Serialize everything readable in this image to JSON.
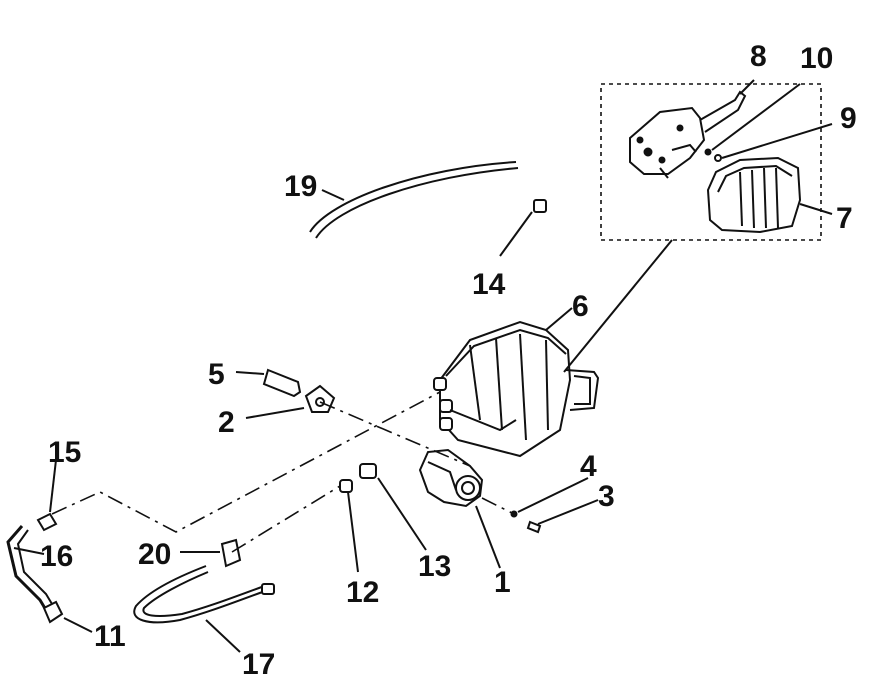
{
  "callouts": {
    "c1": "1",
    "c2": "2",
    "c3": "3",
    "c4": "4",
    "c5": "5",
    "c6": "6",
    "c7": "7",
    "c8": "8",
    "c9": "9",
    "c10": "10",
    "c11": "11",
    "c12": "12",
    "c13": "13",
    "c14": "14",
    "c15": "15",
    "c16": "16",
    "c17": "17",
    "c19": "19",
    "c20": "20"
  },
  "colors": {
    "ink": "#111111",
    "paper": "#ffffff"
  }
}
